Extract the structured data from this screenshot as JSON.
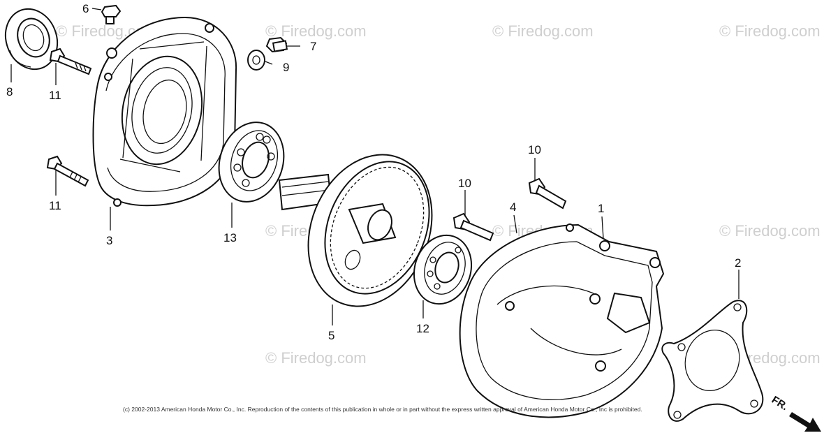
{
  "diagram": {
    "callouts": {
      "c1": "1",
      "c2": "2",
      "c3": "3",
      "c4": "4",
      "c5": "5",
      "c6": "6",
      "c7": "7",
      "c8": "8",
      "c9": "9",
      "c10a": "10",
      "c10b": "10",
      "c11a": "11",
      "c11b": "11",
      "c12": "12",
      "c13": "13"
    },
    "watermarks": {
      "w1": "© Firedog.com",
      "w2": "© Firedog.com",
      "w3": "© Firedog.com",
      "w4": "© Firedog.com",
      "w5": "© Firedog.com",
      "w6": "© Firedog.com",
      "w7": "© Firedog.com",
      "w8": "© Firedog.com",
      "w9": "© Firedog.com"
    },
    "direction_label": "FR.",
    "copyright": "(c) 2002-2013 American Honda Motor Co., Inc. Reproduction of the contents of this publication in whole or in part without the express written approval of American Honda Motor Co., Inc is prohibited."
  }
}
